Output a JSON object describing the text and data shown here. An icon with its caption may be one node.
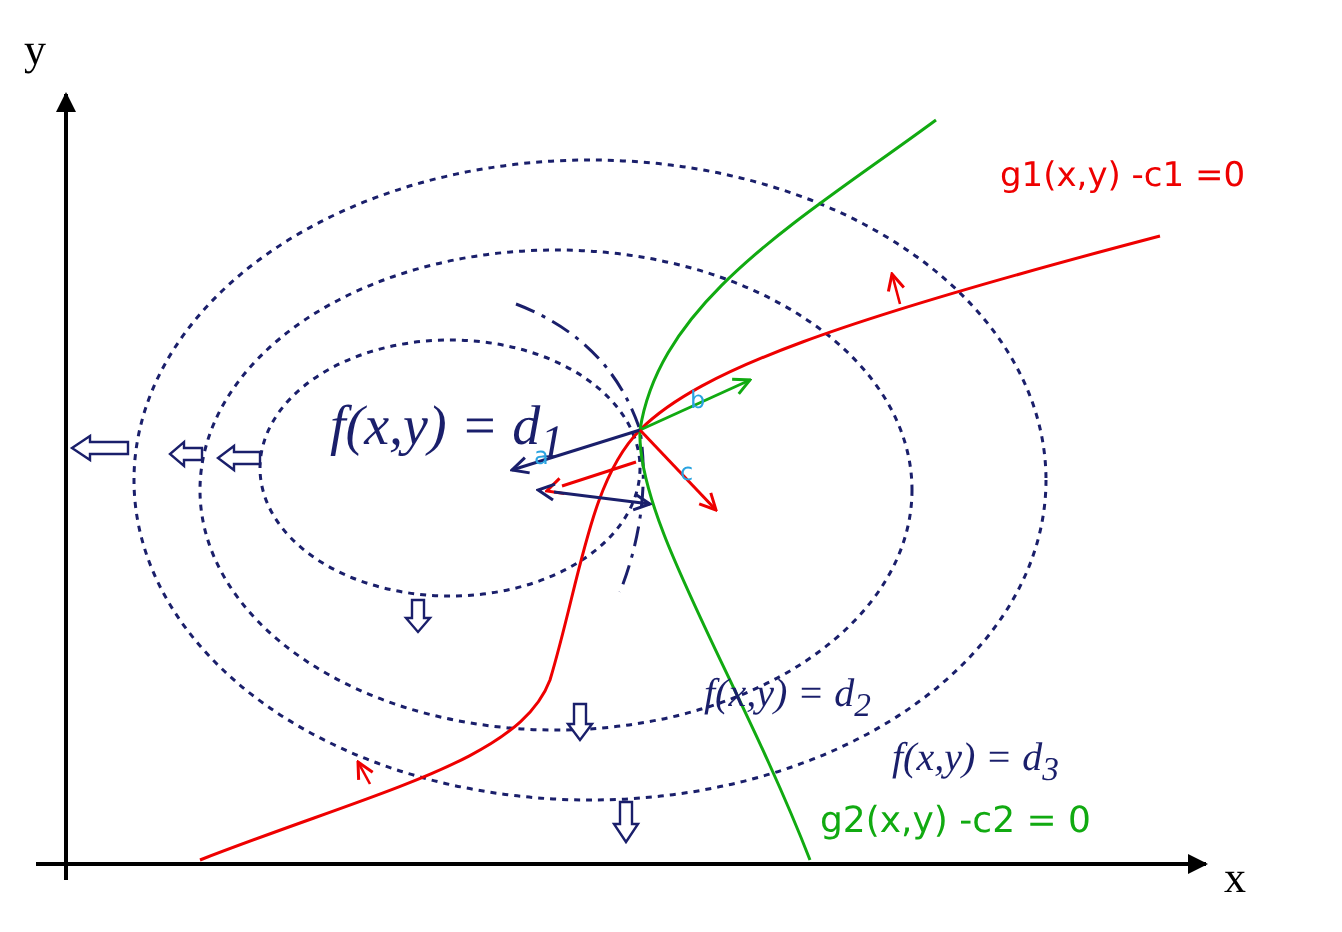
{
  "diagram": {
    "labels": [
      "y",
      "g1(x,y) -c1 =0",
      "f(x,y) = d$_{1}$",
      "b",
      "a",
      "c",
      "f(x,y) = d$_{2}$",
      "f(x,y) = d$_{3}$",
      "g2(x,y) -c2 = 0",
      "x"
    ]
  }
}
